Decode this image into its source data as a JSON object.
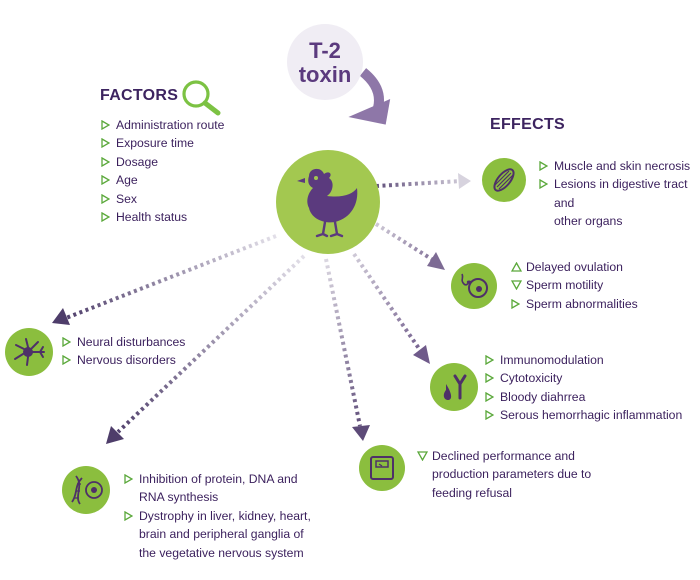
{
  "toxin": {
    "line1": "T-2",
    "line2": "toxin"
  },
  "factors": {
    "heading": "FACTORS",
    "items": [
      "Administration route",
      "Exposure time",
      "Dosage",
      "Age",
      "Sex",
      "Health status"
    ]
  },
  "effects": {
    "heading": "EFFECTS",
    "muscle": [
      "Muscle and skin necrosis",
      "Lesions in digestive tract and",
      "other organs"
    ],
    "repro": [
      "Delayed ovulation",
      "Sperm motility",
      "Sperm abnormalities"
    ],
    "immune": [
      "Immunomodulation",
      "Cytotoxicity",
      "Bloody diahrrea",
      "Serous hemorrhagic inflammation"
    ],
    "performance": [
      "Declined performance and",
      "production parameters due to",
      "feeding refusal"
    ],
    "dna": [
      "Inhibition of protein, DNA and",
      "RNA synthesis",
      "Dystrophy in liver, kidney, heart,",
      "brain and peripheral ganglia of",
      "the vegetative nervous system"
    ],
    "neural": [
      "Neural disturbances",
      "Nervous disorders"
    ]
  },
  "icons": {
    "magnifier": "magnifier-icon",
    "chick": "chick-icon",
    "muscle": "muscle-icon",
    "cell": "cell-icon",
    "antibody": "antibody-icon",
    "scale": "scale-icon",
    "dna": "dna-icon",
    "neuron": "neuron-icon"
  },
  "colors": {
    "green": "#8bbe3e",
    "purple": "#5b3a7e",
    "text": "#3a1f5c",
    "arrowDark": "#6f5a8a"
  }
}
